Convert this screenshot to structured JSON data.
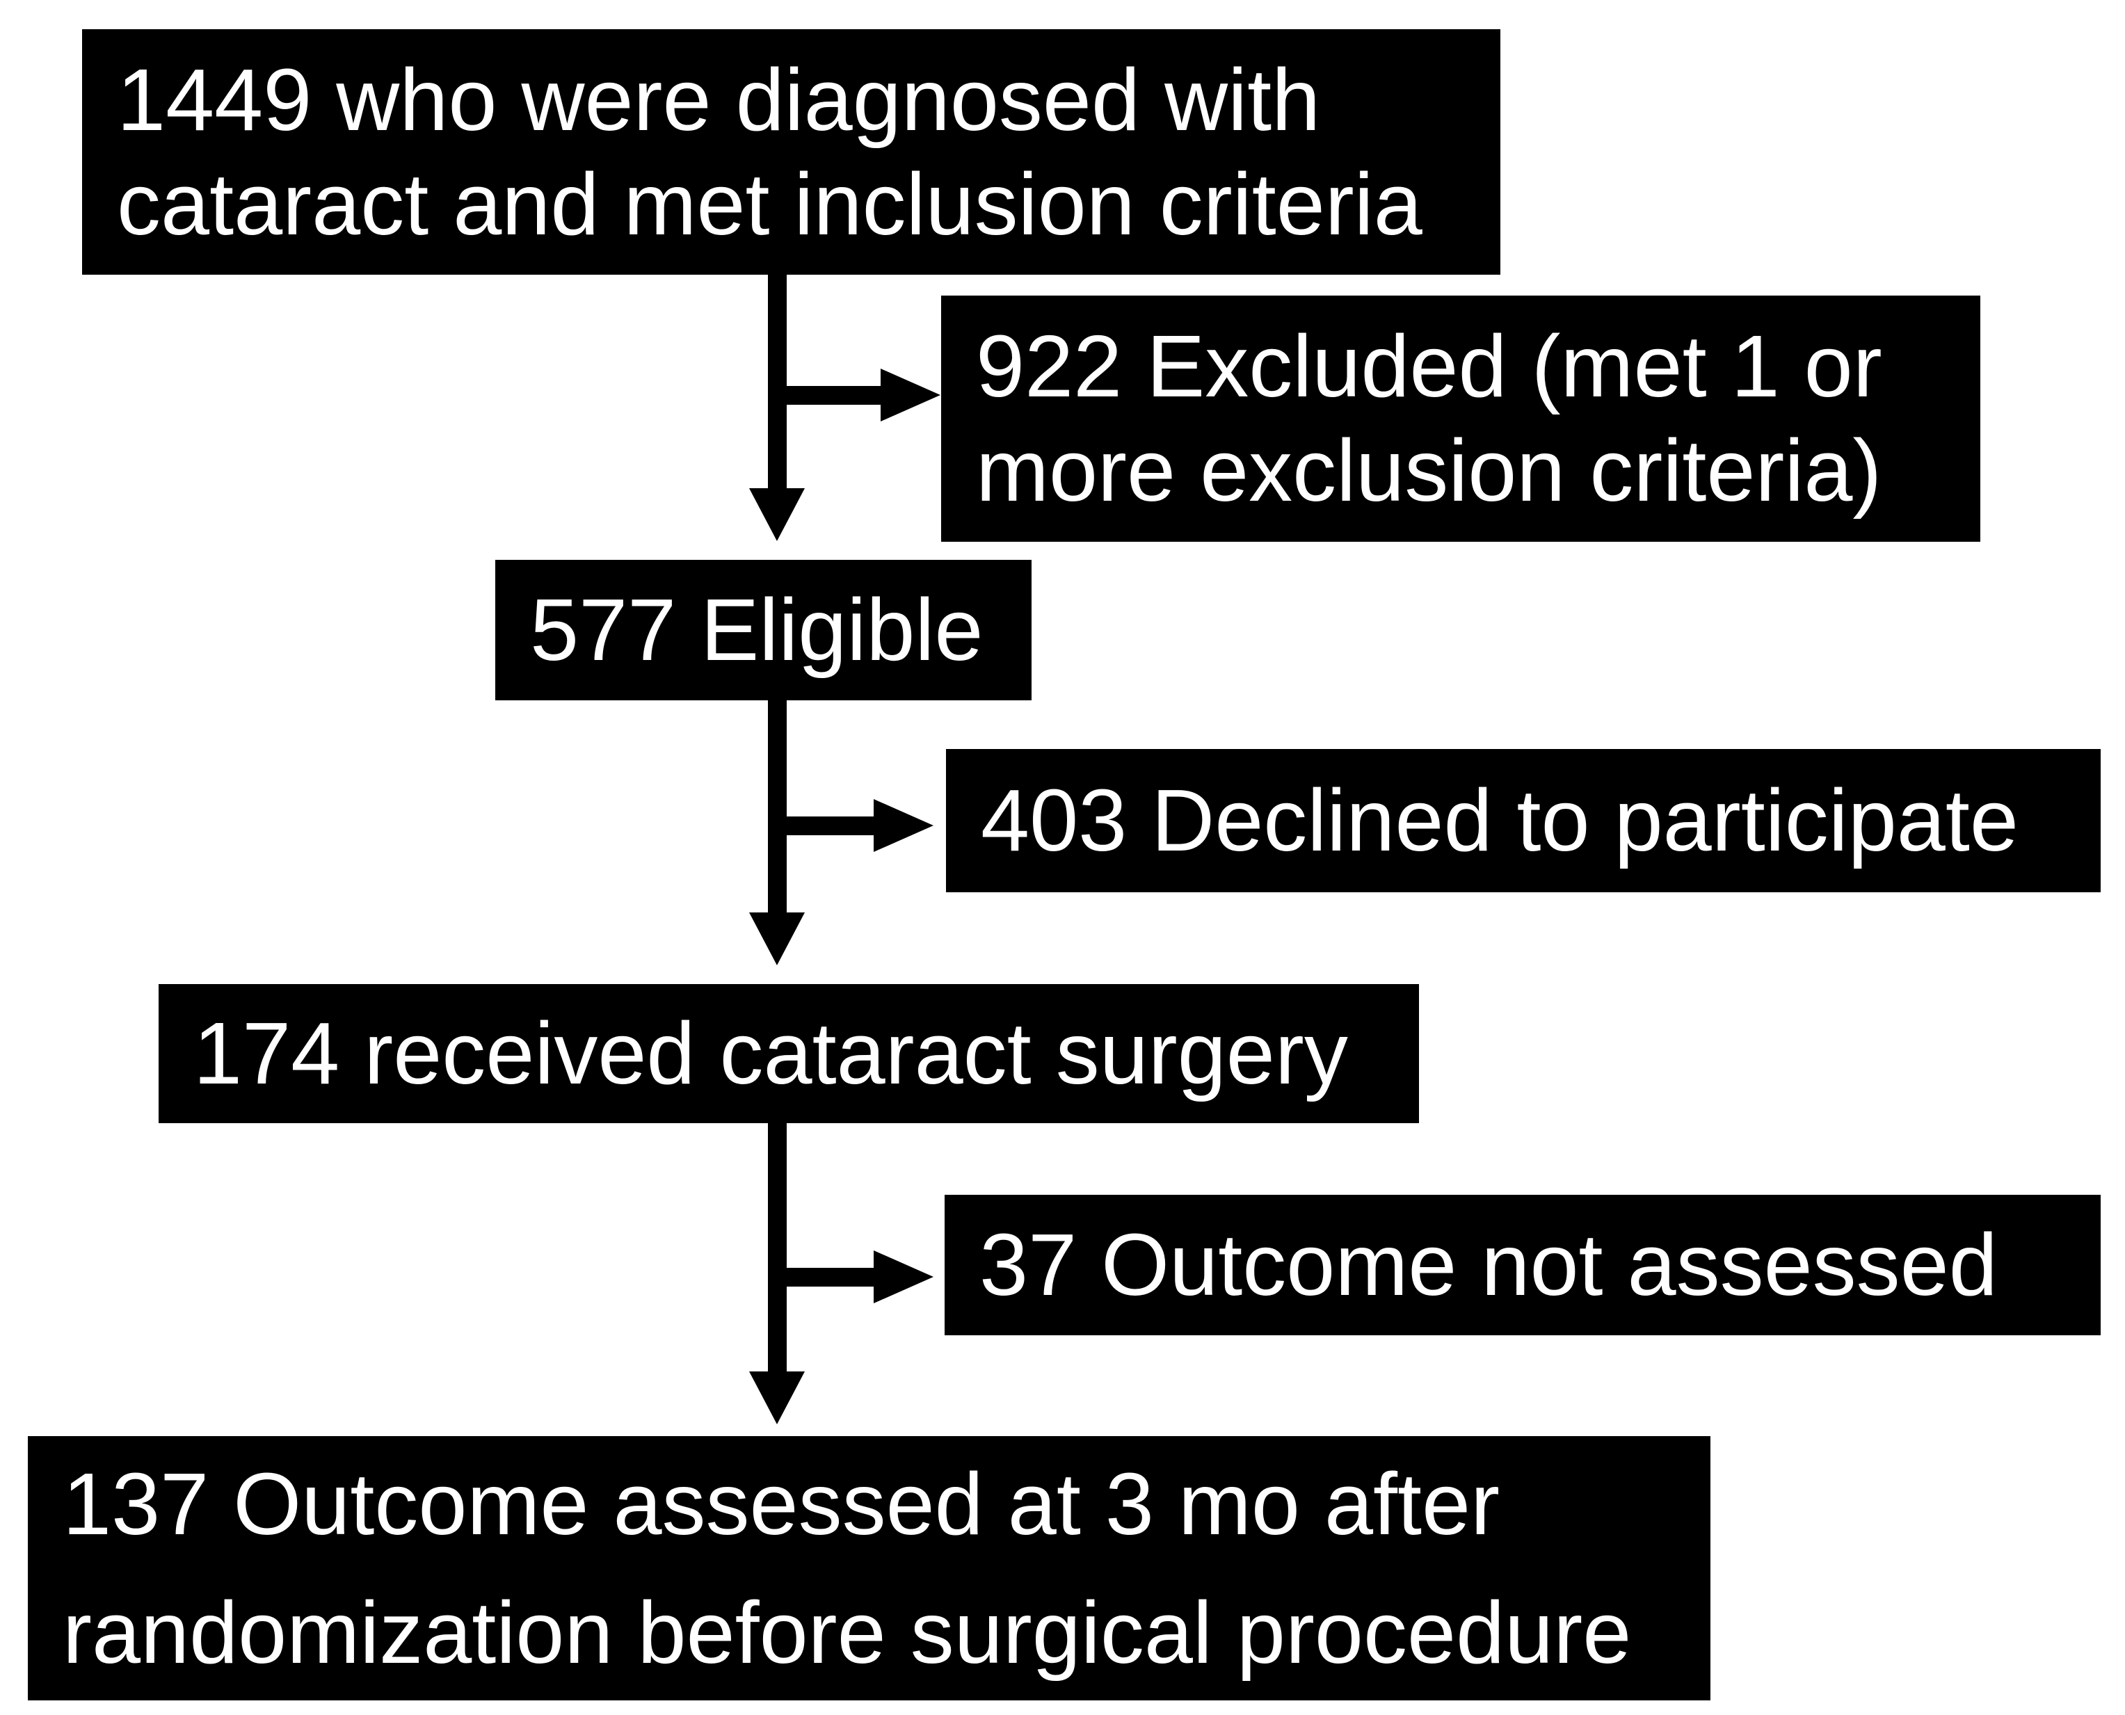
{
  "flowchart": {
    "nodes": [
      {
        "id": "screened",
        "count": 1449,
        "text": "1449 who were diagnosed with\ncataract and met inclusion criteria"
      },
      {
        "id": "excluded",
        "count": 922,
        "text": "922 Excluded (met 1 or\nmore exclusion criteria)"
      },
      {
        "id": "eligible",
        "count": 577,
        "text": "577 Eligible"
      },
      {
        "id": "declined",
        "count": 403,
        "text": "403 Declined to participate"
      },
      {
        "id": "surgery",
        "count": 174,
        "text": "174 received cataract surgery"
      },
      {
        "id": "not_assessed",
        "count": 37,
        "text": "37 Outcome not assessed"
      },
      {
        "id": "assessed",
        "count": 137,
        "text": "137 Outcome assessed at 3 mo after\nrandomization before surgical procedure"
      }
    ],
    "colors": {
      "box_background": "#000000",
      "box_text": "#ffffff",
      "arrow": "#000000",
      "page_background": "#ffffff"
    }
  }
}
